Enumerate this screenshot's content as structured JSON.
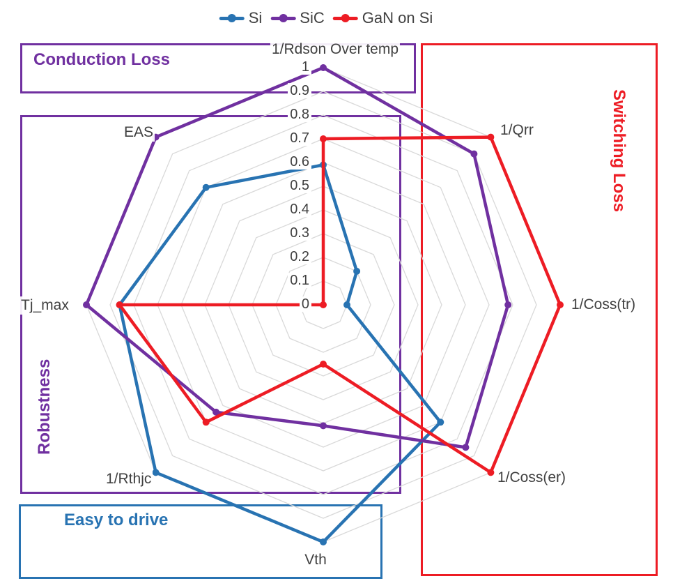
{
  "chart_data": {
    "type": "radar",
    "categories": [
      "1/Rdson Over temp",
      "1/Qrr",
      "1/Coss(tr)",
      "1/Coss(er)",
      "Vth",
      "1/Rthjc",
      "Tj_max",
      "EAS"
    ],
    "series": [
      {
        "name": "Si",
        "color": "#2873B2",
        "values": [
          0.59,
          0.2,
          0.1,
          0.7,
          1.0,
          1.0,
          0.86,
          0.7
        ]
      },
      {
        "name": "SiC",
        "color": "#7030A0",
        "values": [
          1.0,
          0.9,
          0.78,
          0.85,
          0.51,
          0.64,
          1.0,
          1.0
        ]
      },
      {
        "name": "GaN on Si",
        "color": "#ED1C24",
        "values": [
          0.7,
          1.0,
          1.0,
          1.0,
          0.25,
          0.7,
          0.86,
          0.0
        ]
      }
    ],
    "r_axis": {
      "min": 0,
      "max": 1,
      "step": 0.1,
      "tick_labels": [
        "1",
        "0.9",
        "0.8",
        "0.7",
        "0.6",
        "0.5",
        "0.4",
        "0.3",
        "0.2",
        "0.1",
        "0"
      ]
    },
    "grid": {
      "rings": 10,
      "color": "#D9D9D9",
      "spokes": false
    },
    "legend_position": "top-center",
    "text_color": "#404040",
    "groups": [
      {
        "label": "Conduction Loss",
        "color": "#7030A0"
      },
      {
        "label": "Switching Loss",
        "color": "#ED1C24"
      },
      {
        "label": "Robustness",
        "color": "#7030A0"
      },
      {
        "label": "Easy to drive",
        "color": "#2873B2"
      }
    ]
  }
}
